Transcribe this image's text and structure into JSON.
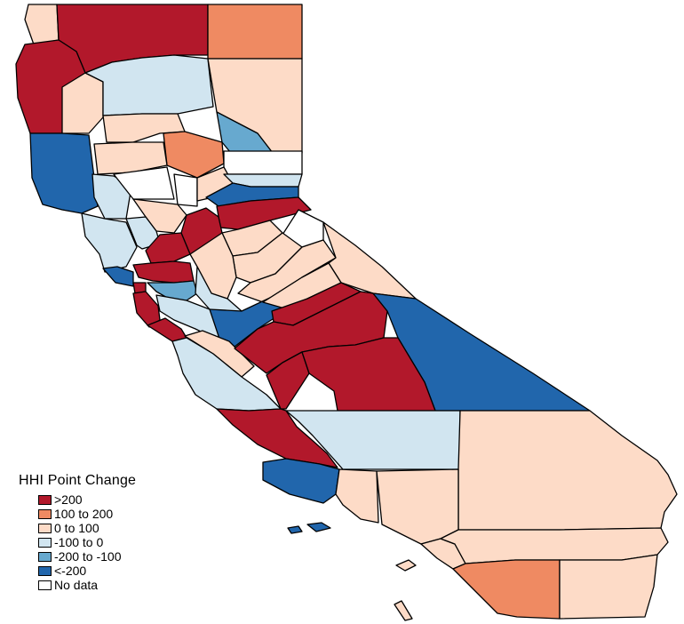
{
  "legend": {
    "title": "HHI Point Change",
    "items": [
      {
        "label": ">200",
        "color": "#b2182b"
      },
      {
        "label": "100 to 200",
        "color": "#ef8a62"
      },
      {
        "label": "0 to 100",
        "color": "#fddbc7"
      },
      {
        "label": "-100 to 0",
        "color": "#d1e5f0"
      },
      {
        "label": "-200 to -100",
        "color": "#67a9cf"
      },
      {
        "label": "<-200",
        "color": "#2166ac"
      },
      {
        "label": "No data",
        "color": "#ffffff"
      }
    ]
  }
}
